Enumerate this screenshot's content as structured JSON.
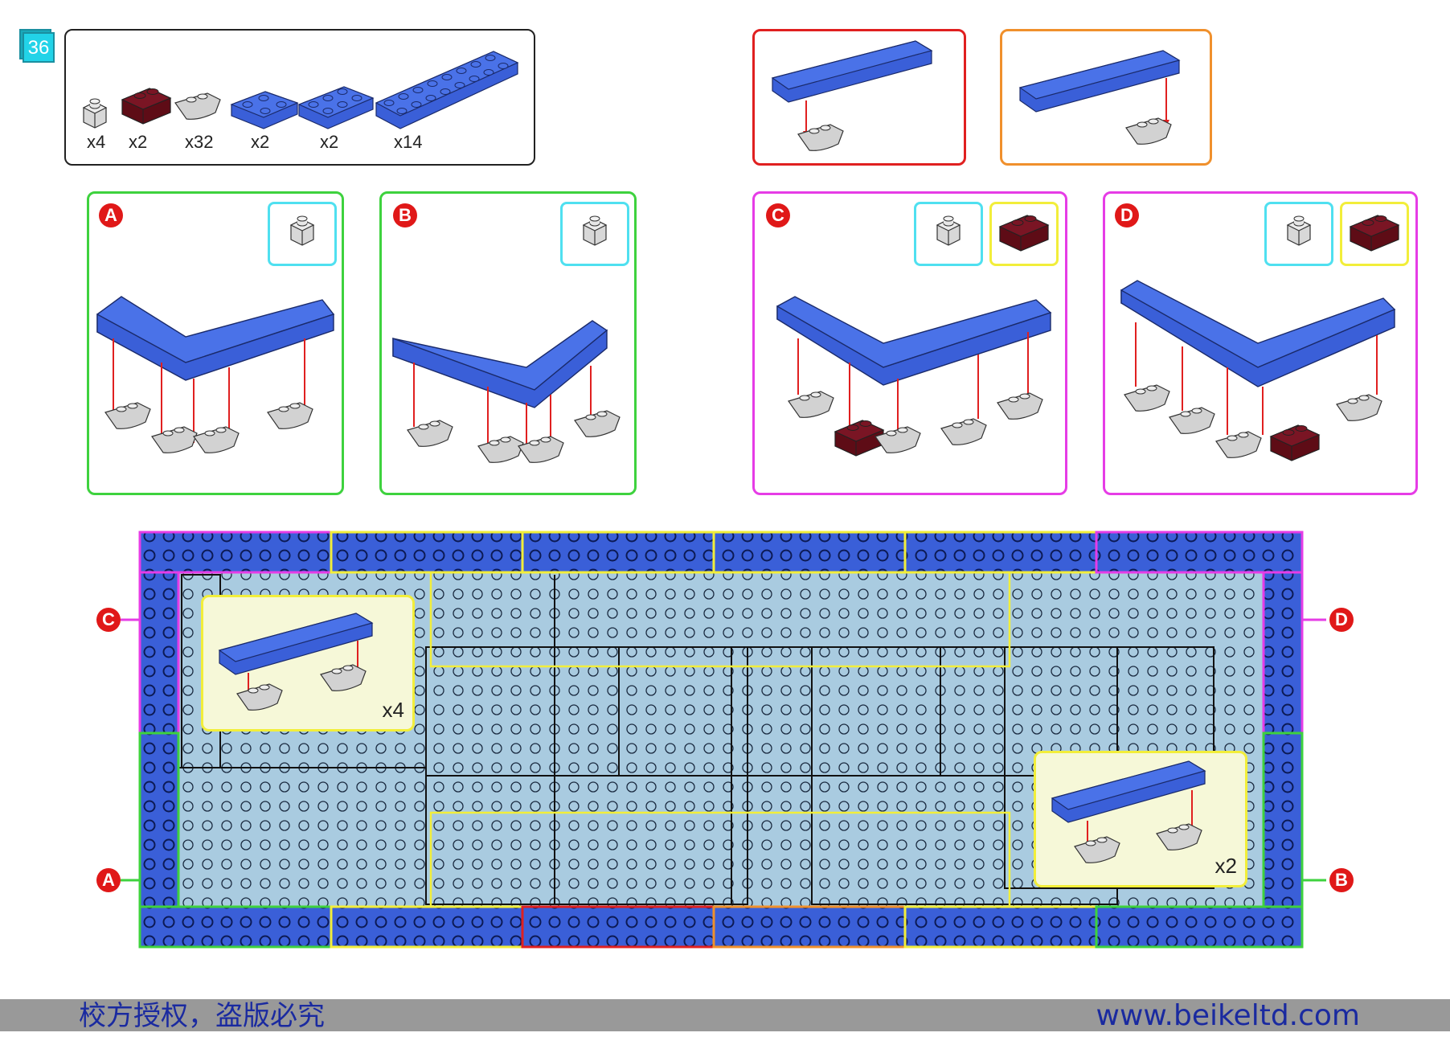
{
  "page_number": "36",
  "parts": [
    {
      "name": "light-gray 1x1 brick",
      "qty": "x4"
    },
    {
      "name": "dark-red 1x2 brick",
      "qty": "x2"
    },
    {
      "name": "light-gray curved slope",
      "qty": "x32"
    },
    {
      "name": "blue 2x2 plate",
      "qty": "x2"
    },
    {
      "name": "blue 2x3 plate",
      "qty": "x2"
    },
    {
      "name": "blue 2x8 plate",
      "qty": "x14"
    }
  ],
  "steps": {
    "a": {
      "label": "A"
    },
    "b": {
      "label": "B"
    },
    "c": {
      "label": "C"
    },
    "d": {
      "label": "D"
    }
  },
  "plan": {
    "left_top_label": "C",
    "left_bottom_label": "A",
    "right_top_label": "D",
    "right_bottom_label": "B",
    "callout_left_count": "x4",
    "callout_right_count": "x2"
  },
  "colors": {
    "blue": "#3a5fd8",
    "light_blue": "#a9cbe0",
    "gray": "#d4d4d4",
    "dark_red": "#6a0e1a"
  },
  "footer": {
    "left_text": "校方授权，盗版必究",
    "right_text": "www.beikeltd.com"
  }
}
